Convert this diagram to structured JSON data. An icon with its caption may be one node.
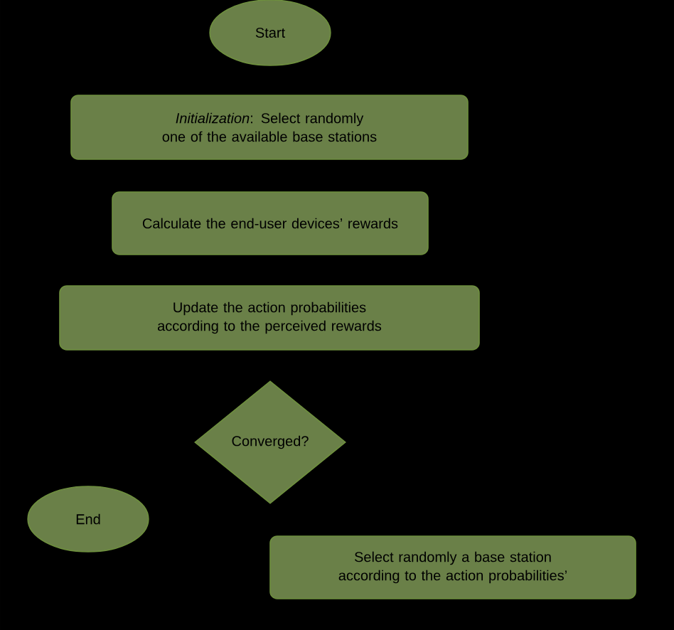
{
  "diagram": {
    "nodes": [
      {
        "text": [
          "Start"
        ]
      },
      {
        "text": [
          "*Initialization*: Select randomly one of the available base stations"
        ]
      },
      {
        "text": [
          "Calculate the end-user devices’ rewards"
        ]
      },
      {
        "text": [
          "Update the action probabilities according to the perceived rewards"
        ]
      },
      {
        "text": [
          "Converged?"
        ]
      },
      {
        "text": [
          "End"
        ]
      },
      {
        "text": [
          "Select randomly a base station according to the action probabilities’"
        ]
      }
    ]
  }
}
